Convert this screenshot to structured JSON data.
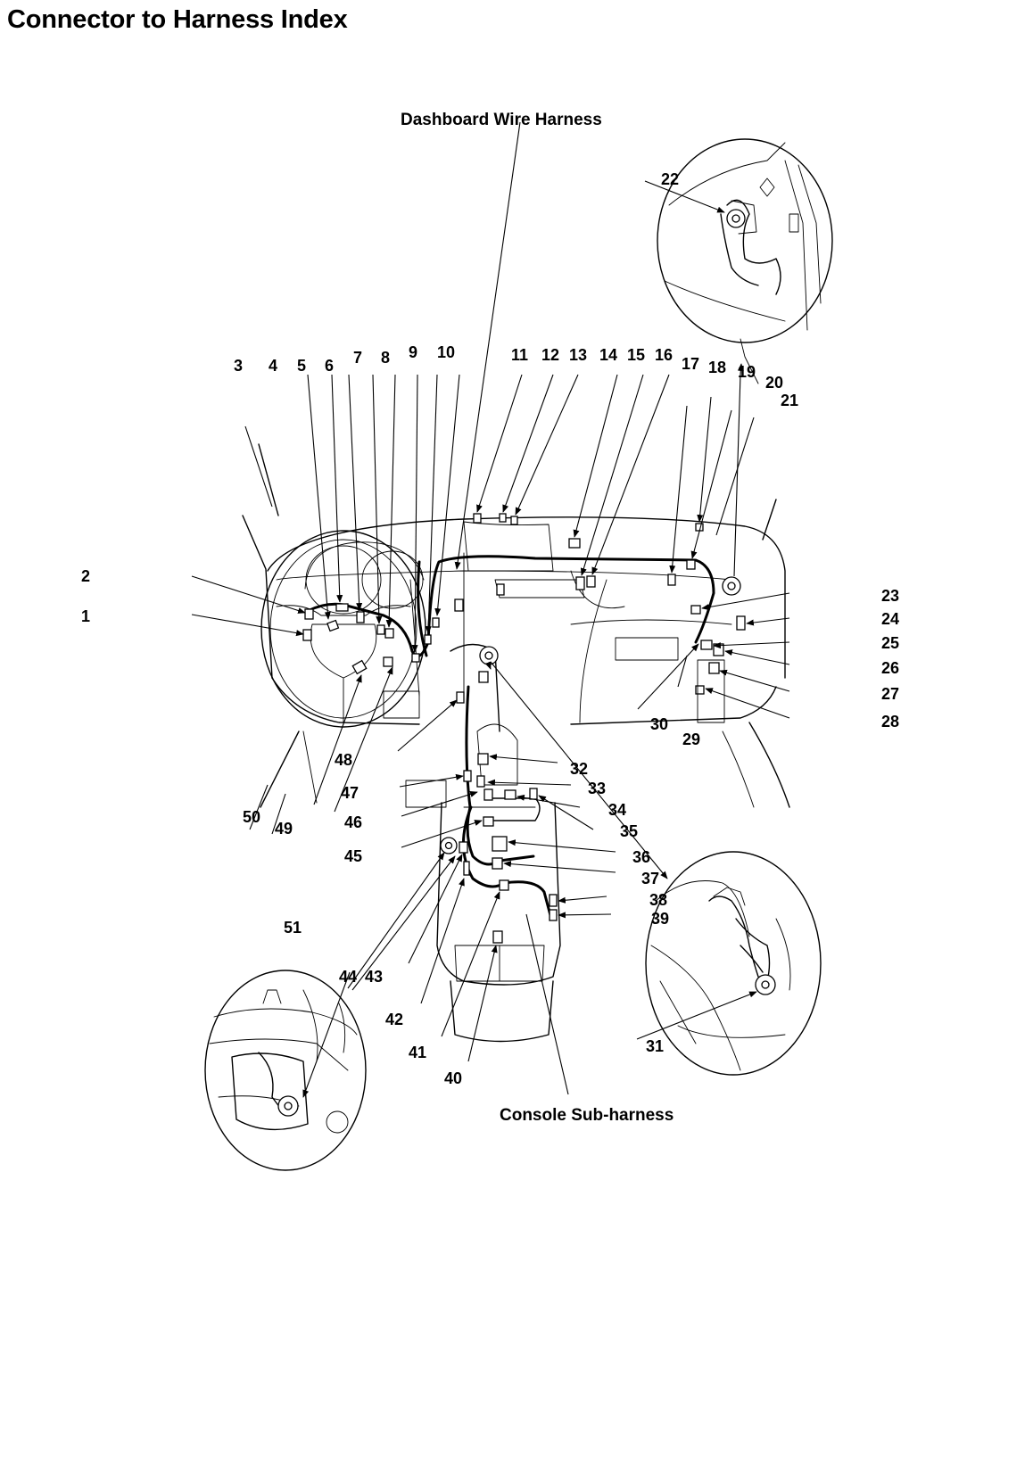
{
  "title": "Connector to Harness Index",
  "harness_labels": {
    "dashboard": "Dashboard Wire Harness",
    "console": "Console Sub-harness"
  },
  "callouts": [
    "1",
    "2",
    "3",
    "4",
    "5",
    "6",
    "7",
    "8",
    "9",
    "10",
    "11",
    "12",
    "13",
    "14",
    "15",
    "16",
    "17",
    "18",
    "19",
    "20",
    "21",
    "22",
    "23",
    "24",
    "25",
    "26",
    "27",
    "28",
    "29",
    "30",
    "31",
    "32",
    "33",
    "34",
    "35",
    "36",
    "37",
    "38",
    "39",
    "40",
    "41",
    "42",
    "43",
    "44",
    "45",
    "46",
    "47",
    "48",
    "49",
    "50",
    "51"
  ]
}
